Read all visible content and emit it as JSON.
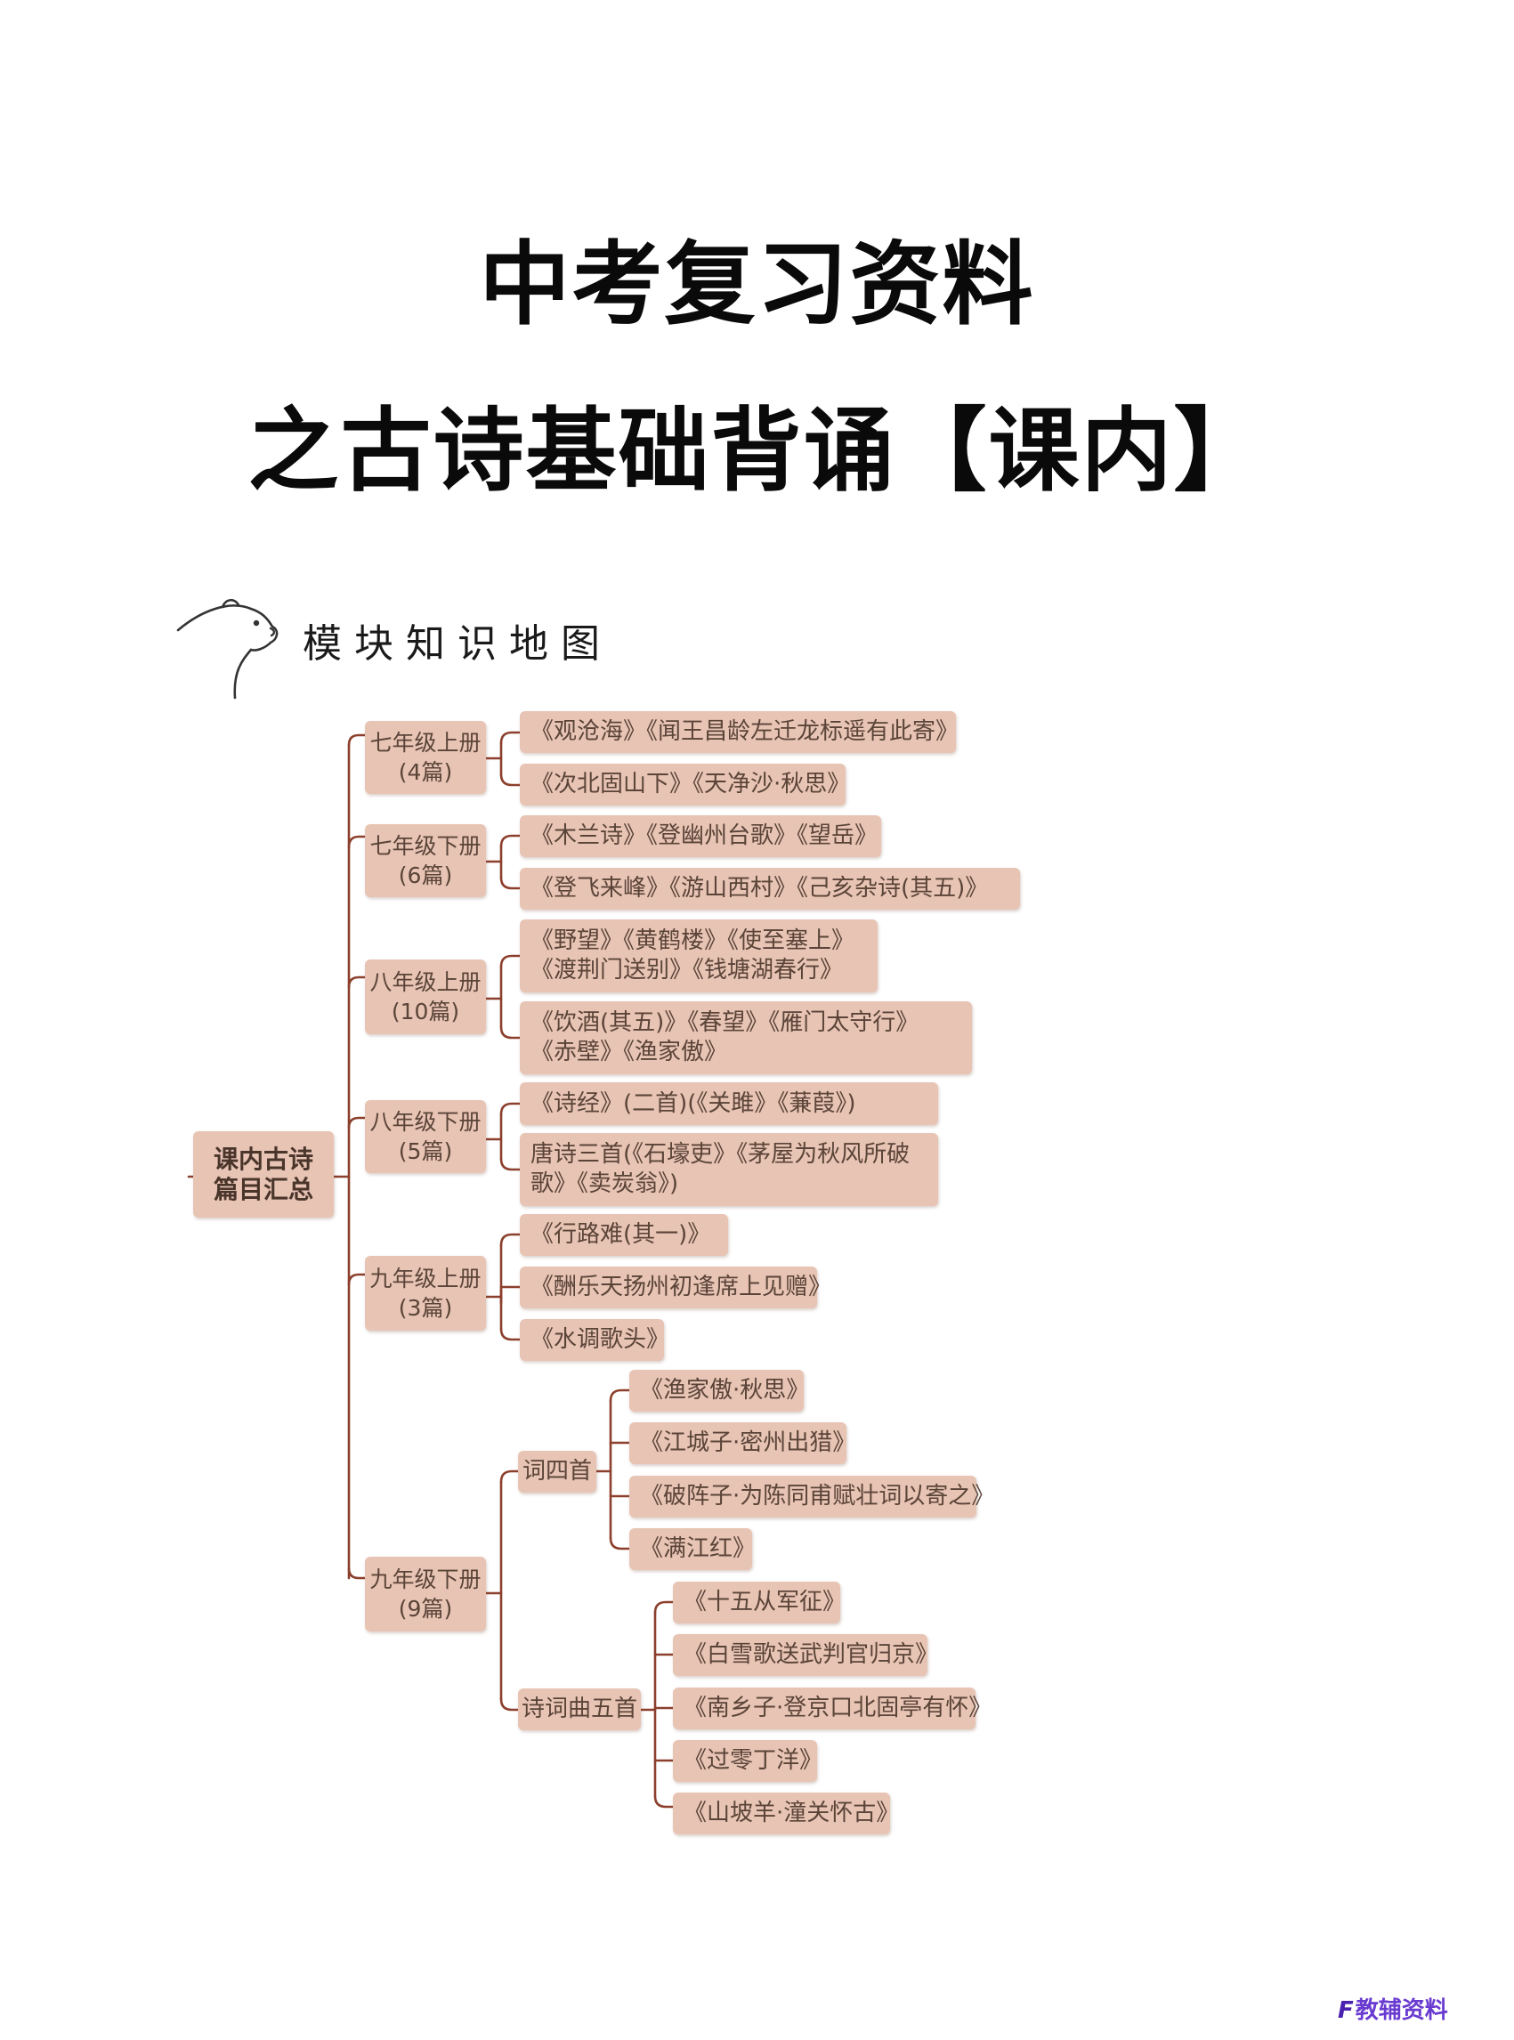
{
  "title": {
    "line1": "中考复习资料",
    "line2": "之古诗基础背诵【课内】"
  },
  "section": {
    "heading": "模块知识地图",
    "icon": "bear-head-icon"
  },
  "mindmap": {
    "root": {
      "line1": "课内古诗",
      "line2": "篇目汇总"
    },
    "grades": [
      {
        "label": "七年级上册",
        "count": "(4篇)",
        "poems": [
          "《观沧海》《闻王昌龄左迁龙标遥有此寄》",
          "《次北固山下》《天净沙·秋思》"
        ]
      },
      {
        "label": "七年级下册",
        "count": "(6篇)",
        "poems": [
          "《木兰诗》《登幽州台歌》《望岳》",
          "《登飞来峰》《游山西村》《己亥杂诗(其五)》"
        ]
      },
      {
        "label": "八年级上册",
        "count": "(10篇)",
        "poems": [
          [
            "《野望》《黄鹤楼》《使至塞上》",
            "《渡荆门送别》《钱塘湖春行》"
          ],
          [
            "《饮酒(其五)》《春望》《雁门太守行》",
            "《赤壁》《渔家傲》"
          ]
        ]
      },
      {
        "label": "八年级下册",
        "count": "(5篇)",
        "poems": [
          "《诗经》(二首)(《关雎》《蒹葭》)",
          [
            "唐诗三首(《石壕吏》《茅屋为秋风所破",
            "歌》《卖炭翁》)"
          ]
        ]
      },
      {
        "label": "九年级上册",
        "count": "(3篇)",
        "poems": [
          "《行路难(其一)》",
          "《酬乐天扬州初逢席上见赠》",
          "《水调歌头》"
        ]
      },
      {
        "label": "九年级下册",
        "count": "(9篇)",
        "groups": [
          {
            "label": "词四首",
            "poems": [
              "《渔家傲·秋思》",
              "《江城子·密州出猎》",
              "《破阵子·为陈同甫赋壮词以寄之》",
              "《满江红》"
            ]
          },
          {
            "label": "诗词曲五首",
            "poems": [
              "《十五从军征》",
              "《白雪歌送武判官归京》",
              "《南乡子·登京口北固亭有怀》",
              "《过零丁洋》",
              "《山坡羊·潼关怀古》"
            ]
          }
        ]
      }
    ]
  },
  "brand": {
    "mark": "F",
    "name": "教辅资料"
  },
  "colors": {
    "node_fill": "#e8c4b4",
    "node_text": "#5a4438",
    "connector": "#8c3f2c",
    "brand": "#6a3bd0"
  }
}
